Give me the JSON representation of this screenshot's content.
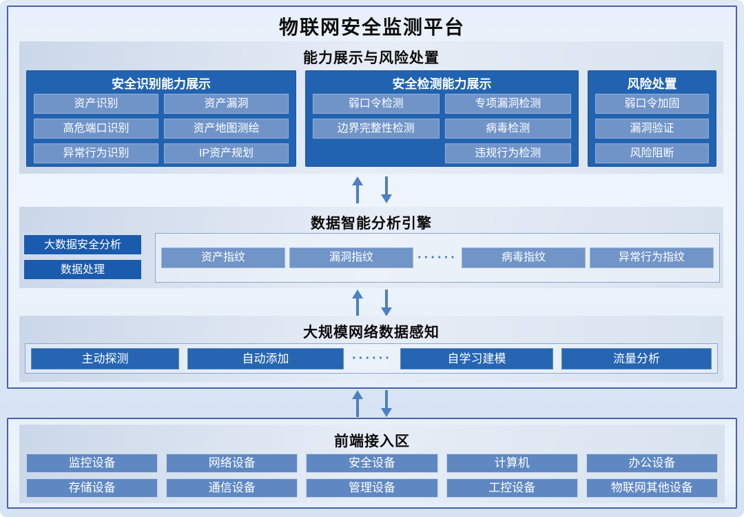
{
  "title": "物联网安全监测平台",
  "colors": {
    "container_border": "#4b5fa8",
    "group_blue": "#2163b0",
    "item_blue": "#7094c8",
    "side_blue": "#1b5bad",
    "chip_dark_blue": "#2565b1",
    "device_blue": "#5f88c2",
    "arrow_blue": "#4e7fc0"
  },
  "sections": {
    "capability": {
      "title": "能力展示与风险处置",
      "groups": [
        {
          "title": "安全识别能力展示",
          "items": [
            "资产识别",
            "资产漏洞",
            "高危端口识别",
            "资产地图测绘",
            "异常行为识别",
            "IP资产规划"
          ]
        },
        {
          "title": "安全检测能力展示",
          "items": [
            "弱口令检测",
            "专项漏洞检测",
            "边界完整性检测",
            "病毒检测",
            "",
            "违规行为检测"
          ]
        },
        {
          "title": "风险处置",
          "items": [
            "弱口令加固",
            "漏洞验证",
            "风险阻断"
          ]
        }
      ]
    },
    "analysis": {
      "title": "数据智能分析引擎",
      "side_items": [
        "大数据安全分析",
        "数据处理"
      ],
      "row_items": [
        "资产指纹",
        "漏洞指纹",
        "病毒指纹",
        "异常行为指纹"
      ],
      "dots": "······"
    },
    "perception": {
      "title": "大规模网络数据感知",
      "row_items": [
        "主动探测",
        "自动添加",
        "自学习建模",
        "流量分析"
      ],
      "dots": "······"
    },
    "frontend": {
      "title": "前端接入区",
      "rows": [
        [
          "监控设备",
          "网络设备",
          "安全设备",
          "计算机",
          "办公设备"
        ],
        [
          "存储设备",
          "通信设备",
          "管理设备",
          "工控设备",
          "物联网其他设备"
        ]
      ]
    }
  }
}
